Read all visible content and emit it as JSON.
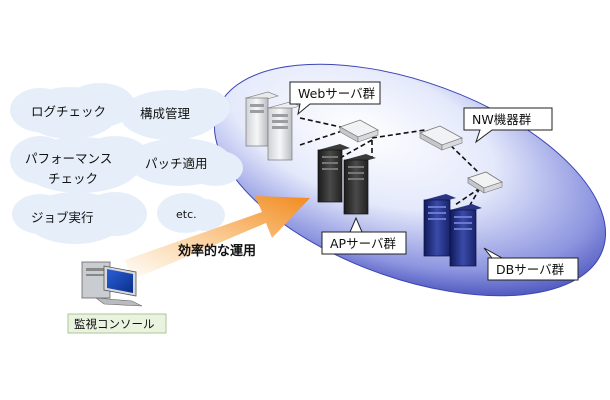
{
  "clouds": {
    "log_check": "ログチェック",
    "config_mgmt": "構成管理",
    "perf_check_line1": "パフォーマンス",
    "perf_check_line2": "チェック",
    "patch": "パッチ適用",
    "job": "ジョブ実行",
    "etc": "etc."
  },
  "arrow_label": "効率的な運用",
  "console_label": "監視コンソール",
  "callouts": {
    "web": "Webサーバ群",
    "nw": "NW機器群",
    "ap": "APサーバ群",
    "db": "DBサーバ群"
  },
  "colors": {
    "cloud": "#e6eff9",
    "ellipse_center": "#ffffff",
    "ellipse_edge": "#3c46b4",
    "arrow_start": "#ffffff",
    "arrow_end": "#f28a1e",
    "console_label_bg": "#eaf3e0"
  },
  "icons": {
    "console": "computer-terminal-icon",
    "web": "tower-server-icon",
    "ap": "black-server-icon",
    "db": "blue-server-icon",
    "nw": "network-switch-icon"
  }
}
